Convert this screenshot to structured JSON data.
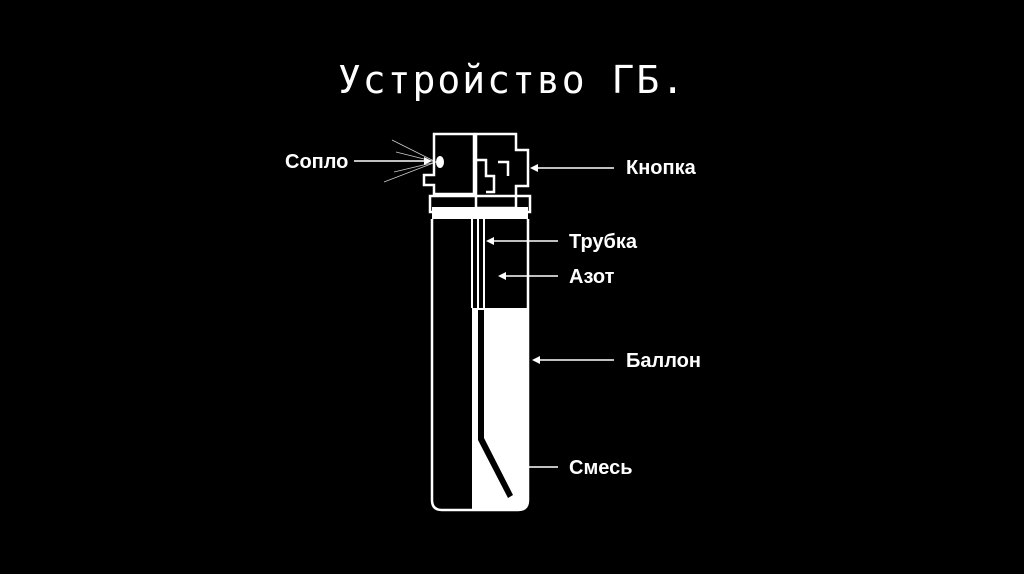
{
  "title": "Устройство ГБ.",
  "labels": {
    "nozzle": "Сопло",
    "button": "Кнопка",
    "tube": "Трубка",
    "nitrogen": "Азот",
    "cylinder": "Баллон",
    "mixture": "Смесь"
  },
  "colors": {
    "background": "#000000",
    "foreground": "#ffffff"
  }
}
